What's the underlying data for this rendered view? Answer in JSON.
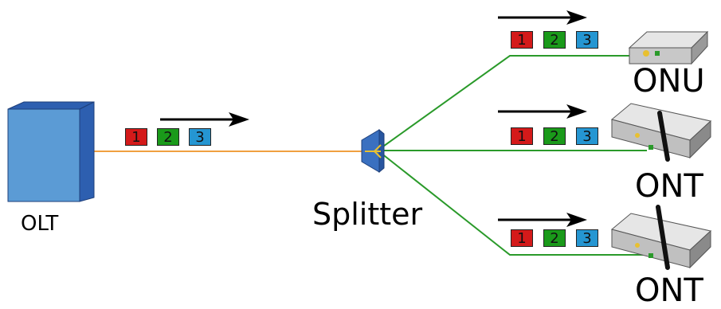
{
  "labels": {
    "olt": "OLT",
    "splitter": "Splitter",
    "onu": "ONU",
    "ont_1": "ONT",
    "ont_2": "ONT"
  },
  "packets": {
    "feeder": [
      "1",
      "2",
      "3"
    ],
    "branch_top": [
      "1",
      "2",
      "3"
    ],
    "branch_middle": [
      "1",
      "2",
      "3"
    ],
    "branch_bottom": [
      "1",
      "2",
      "3"
    ]
  },
  "colors": {
    "packet_1": "#d41a1a",
    "packet_2": "#1a9a1a",
    "packet_3": "#2596d2",
    "feeder_fiber": "#f0a040",
    "branch_fiber": "#2a9a2a",
    "olt_box": "#5b9bd5",
    "olt_side": "#2d5fb0",
    "splitter": "#3a70c0"
  },
  "icons": {
    "olt": "olt-cabinet-icon",
    "splitter": "optical-splitter-icon",
    "onu": "onu-device-icon",
    "ont": "ont-router-icon",
    "arrow": "direction-arrow-icon"
  }
}
